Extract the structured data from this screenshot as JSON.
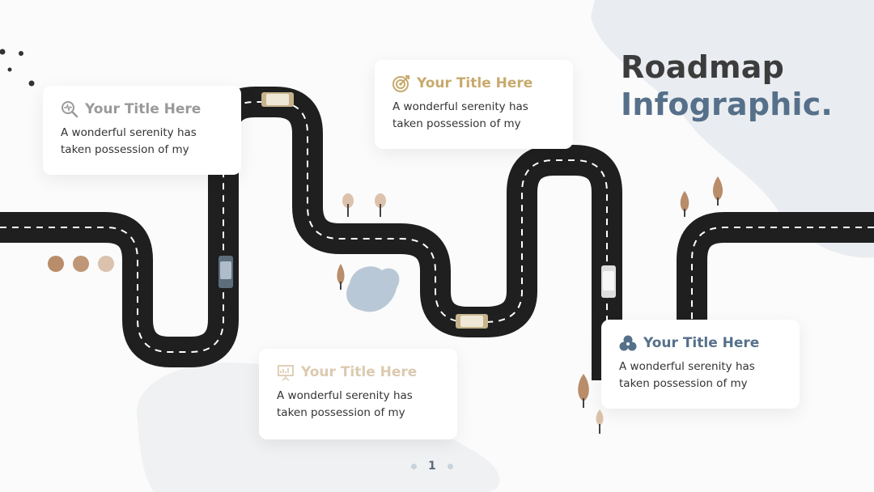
{
  "heading": {
    "line1": "Roadmap",
    "line2": "Infographic."
  },
  "cards": [
    {
      "title": "Your Title Here",
      "text": "A wonderful serenity has taken possession of my",
      "icon": "search-chart-icon",
      "color": "#9a9a9a"
    },
    {
      "title": "Your Title Here",
      "text": "A wonderful serenity has taken possession of my",
      "icon": "target-icon",
      "color": "#c8aa6e"
    },
    {
      "title": "Your Title Here",
      "text": "A wonderful serenity has taken possession of my",
      "icon": "presentation-board-icon",
      "color": "#dccab0"
    },
    {
      "title": "Your Title Here",
      "text": "A wonderful serenity has taken possession of my",
      "icon": "network-icon",
      "color": "#56708a"
    }
  ],
  "pager": {
    "current": "1"
  },
  "colors": {
    "road": "#222222",
    "lane": "#ffffff",
    "brown": "#b98c6a",
    "blob": "#e9edf1",
    "pond": "#b9c8d6"
  }
}
